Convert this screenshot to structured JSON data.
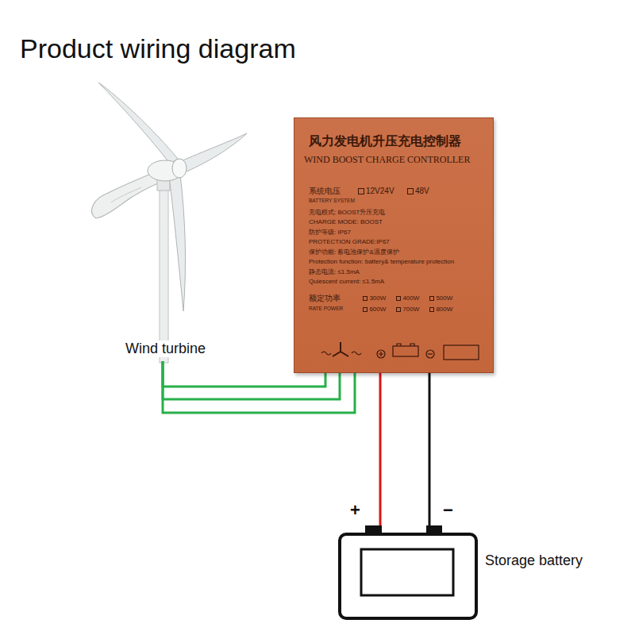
{
  "diagram": {
    "title": "Product wiring diagram",
    "nodes": [
      {
        "text": [
          "Wind turbine"
        ]
      },
      {
        "text": [
          "风力发电机升压充电控制器",
          "WIND BOOST CHARGE CONTROLLER",
          "系统电压",
          "BATTERY SYSTEM",
          "12V24V",
          "48V",
          "充电模式: BOOST升压充电",
          "CHARGE MODE: BOOST",
          "防护等级: IP67",
          "PROTECTION GRADE:IP67",
          "保护功能: 蓄电池保护&温度保护",
          "Protection function: battery& temperature protection",
          "静态电流: ≤1.5mA",
          "Quiescent current: ≤1.5mA",
          "额定功率",
          "RATE POWER",
          "300W",
          "400W",
          "500W",
          "600W",
          "700W",
          "800W"
        ]
      },
      {
        "text": [
          "Storage battery"
        ]
      }
    ],
    "edges": [
      {
        "from": 0,
        "to": 1,
        "arrow": "none"
      },
      {
        "from": 0,
        "to": 1,
        "arrow": "none"
      },
      {
        "from": 0,
        "to": 1,
        "arrow": "none"
      },
      {
        "from": 1,
        "to": 2,
        "arrow": "none"
      },
      {
        "from": 1,
        "to": 2,
        "arrow": "none"
      }
    ],
    "labels": [
      "+",
      "−"
    ]
  }
}
